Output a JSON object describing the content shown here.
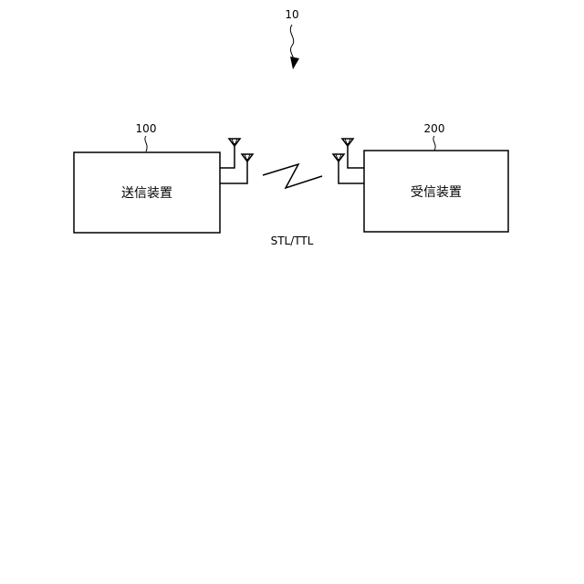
{
  "figure": {
    "system_ref": "10",
    "link_label": "STL/TTL"
  },
  "transmitter": {
    "ref": "100",
    "label": "送信装置"
  },
  "receiver": {
    "ref": "200",
    "label": "受信装置"
  },
  "icons": {
    "antenna": "antenna-icon",
    "link": "wireless-link-icon",
    "arrow": "arrow-down-icon"
  }
}
